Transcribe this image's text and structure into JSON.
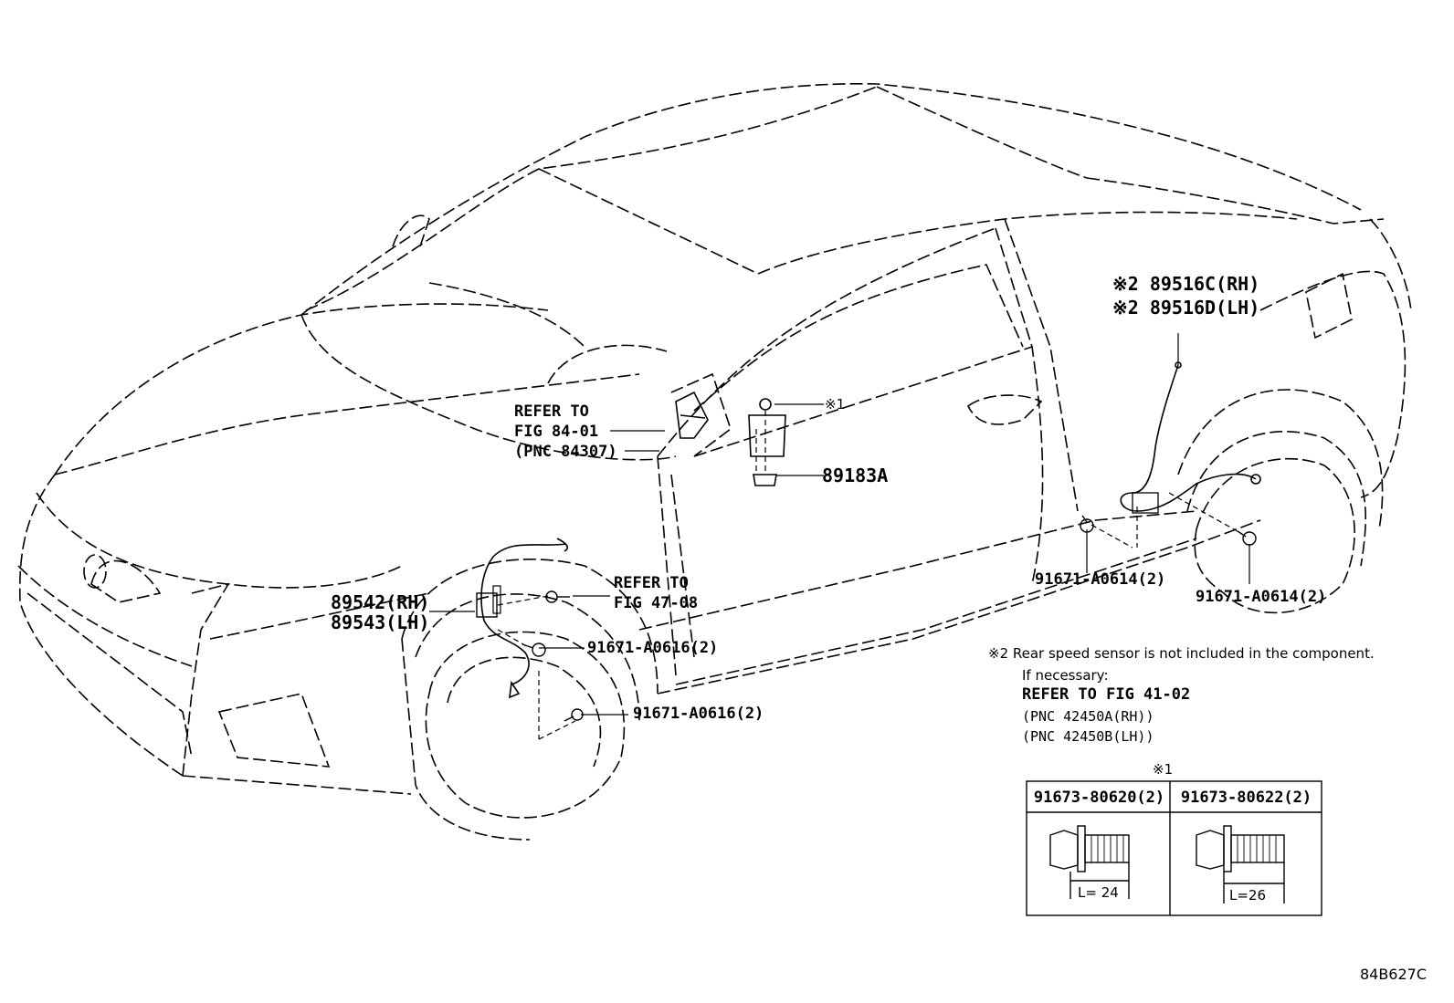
{
  "labels": {
    "refer_8401_line1": "REFER TO",
    "refer_8401_line2": "FIG 84-01",
    "refer_8401_line3": "(PNC 84307)",
    "mark1_top": "※1",
    "part_89183A": "89183A",
    "rear_sensor_rh": "※2 89516C(RH)",
    "rear_sensor_lh": "※2 89516D(LH)",
    "front_sensor_rh": "89542(RH)",
    "front_sensor_lh": "89543(LH)",
    "refer_4708_line1": "REFER TO",
    "refer_4708_line2": "FIG 47-08",
    "bolt_a0616_upper": "91671-A0616(2)",
    "bolt_a0616_lower": "91671-A0616(2)",
    "bolt_a0614_left": "91671-A0614(2)",
    "bolt_a0614_right": "91671-A0614(2)"
  },
  "note": {
    "line1": "※2 Rear speed sensor is not included in the component.",
    "line2": "If necessary:",
    "line3": "REFER TO FIG 41-02",
    "line4": "(PNC 42450A(RH))",
    "line5": "(PNC 42450B(LH))"
  },
  "bolt_table": {
    "caption": "※1",
    "col1_part": "91673-80620(2)",
    "col2_part": "91673-80622(2)",
    "col1_length": "L= 24",
    "col2_length": "L=26"
  },
  "figure_id": "84B627C"
}
